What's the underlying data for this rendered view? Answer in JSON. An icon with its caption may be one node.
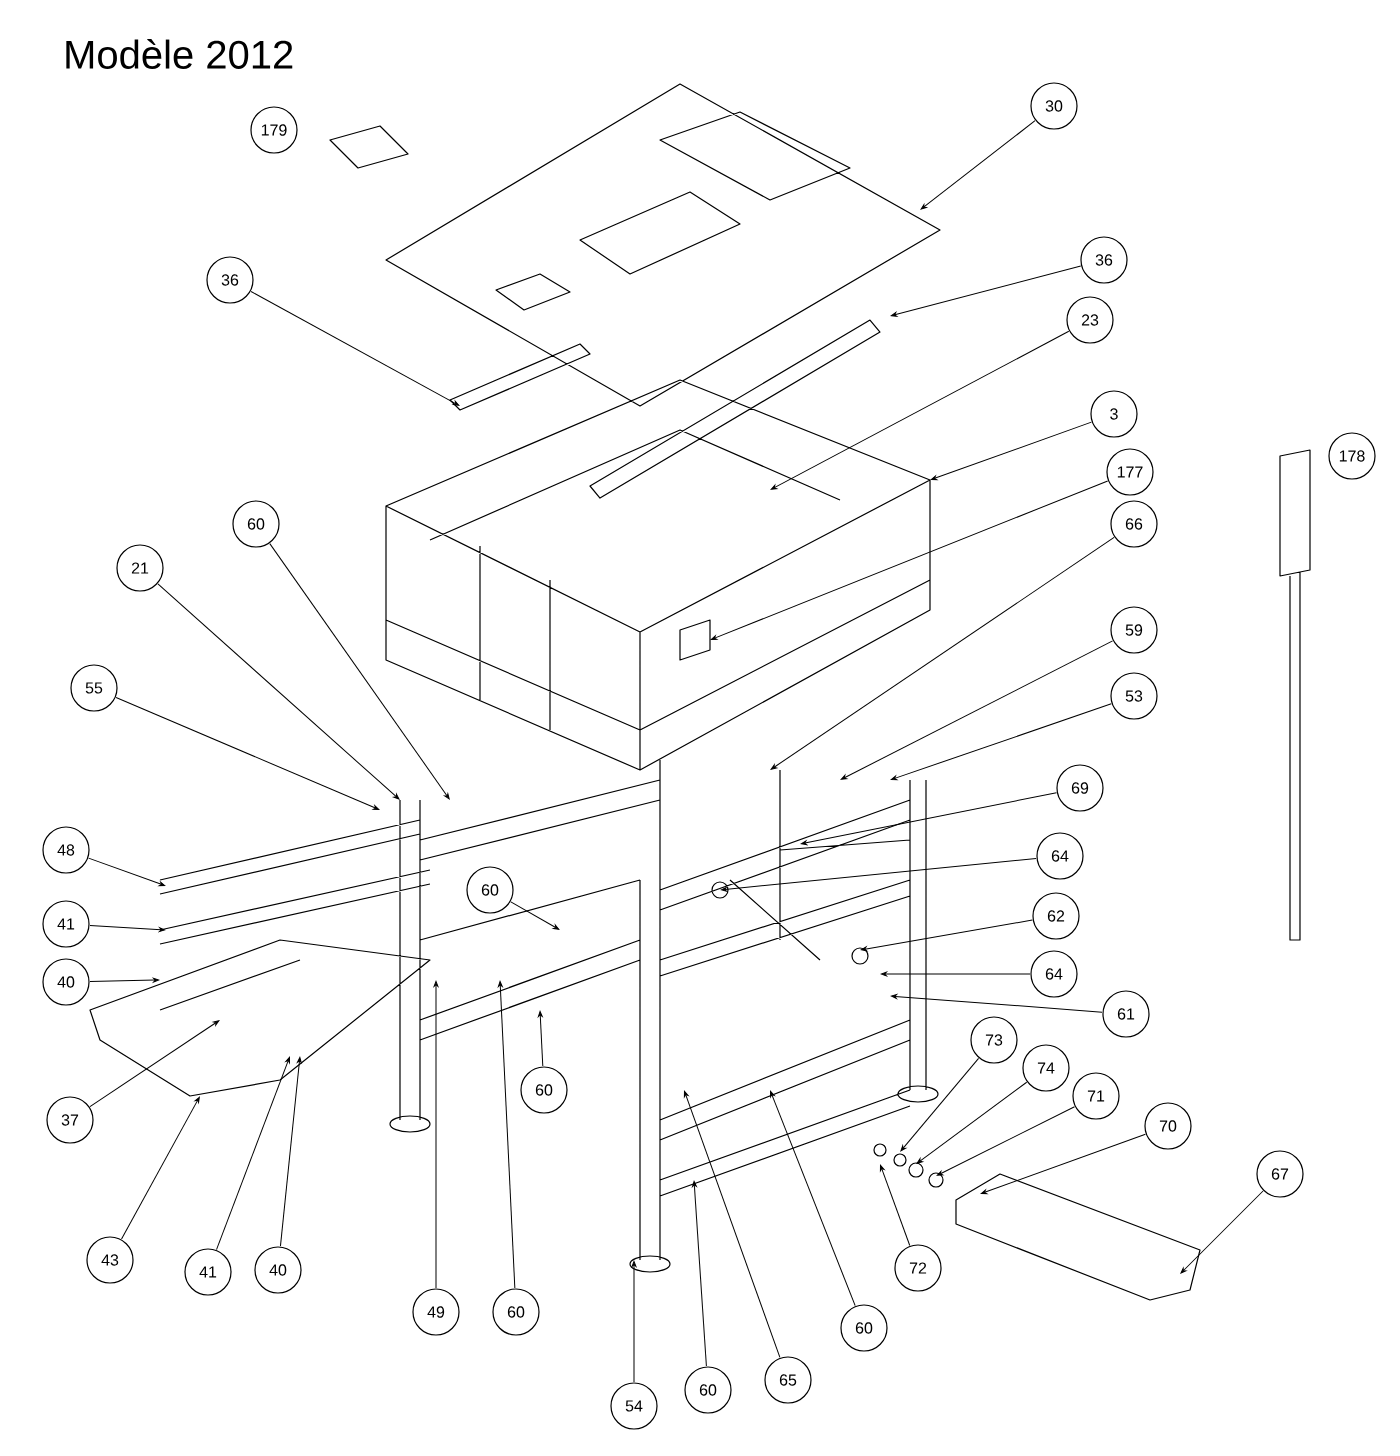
{
  "diagram": {
    "title": "Modèle 2012",
    "nodes": [
      {
        "text": [
          "30"
        ]
      },
      {
        "text": [
          "36"
        ]
      },
      {
        "text": [
          "36"
        ]
      },
      {
        "text": [
          "23"
        ]
      },
      {
        "text": [
          "3"
        ]
      },
      {
        "text": [
          "177"
        ]
      },
      {
        "text": [
          "66"
        ]
      },
      {
        "text": [
          "60"
        ]
      },
      {
        "text": [
          "21"
        ]
      },
      {
        "text": [
          "59"
        ]
      },
      {
        "text": [
          "53"
        ]
      },
      {
        "text": [
          "55"
        ]
      },
      {
        "text": [
          "48"
        ]
      },
      {
        "text": [
          "69"
        ]
      },
      {
        "text": [
          "60"
        ]
      },
      {
        "text": [
          "41"
        ]
      },
      {
        "text": [
          "64"
        ]
      },
      {
        "text": [
          "62"
        ]
      },
      {
        "text": [
          "40"
        ]
      },
      {
        "text": [
          "64"
        ]
      },
      {
        "text": [
          "61"
        ]
      },
      {
        "text": [
          "60"
        ]
      },
      {
        "text": [
          "37"
        ]
      },
      {
        "text": [
          "73"
        ]
      },
      {
        "text": [
          "74"
        ]
      },
      {
        "text": [
          "71"
        ]
      },
      {
        "text": [
          "70"
        ]
      },
      {
        "text": [
          "43"
        ]
      },
      {
        "text": [
          "41"
        ]
      },
      {
        "text": [
          "40"
        ]
      },
      {
        "text": [
          "72"
        ]
      },
      {
        "text": [
          "67"
        ]
      },
      {
        "text": [
          "49"
        ]
      },
      {
        "text": [
          "60"
        ]
      },
      {
        "text": [
          "60"
        ]
      },
      {
        "text": [
          "54"
        ]
      },
      {
        "text": [
          "60"
        ]
      },
      {
        "text": [
          "65"
        ]
      },
      {
        "text": [
          "179"
        ]
      },
      {
        "text": [
          "178"
        ]
      }
    ],
    "edges": [
      {
        "from": 0,
        "to": null,
        "arrow": "to"
      },
      {
        "from": 1,
        "to": null,
        "arrow": "to"
      },
      {
        "from": 2,
        "to": null,
        "arrow": "to"
      },
      {
        "from": 3,
        "to": null,
        "arrow": "to"
      },
      {
        "from": 4,
        "to": null,
        "arrow": "to"
      },
      {
        "from": 5,
        "to": null,
        "arrow": "to"
      },
      {
        "from": 6,
        "to": null,
        "arrow": "to"
      },
      {
        "from": 7,
        "to": null,
        "arrow": "to"
      },
      {
        "from": 8,
        "to": null,
        "arrow": "to"
      },
      {
        "from": 9,
        "to": null,
        "arrow": "to"
      },
      {
        "from": 10,
        "to": null,
        "arrow": "to"
      },
      {
        "from": 11,
        "to": null,
        "arrow": "to"
      },
      {
        "from": 12,
        "to": null,
        "arrow": "to"
      },
      {
        "from": 13,
        "to": null,
        "arrow": "to"
      },
      {
        "from": 14,
        "to": null,
        "arrow": "to"
      },
      {
        "from": 15,
        "to": null,
        "arrow": "to"
      },
      {
        "from": 16,
        "to": null,
        "arrow": "to"
      },
      {
        "from": 17,
        "to": null,
        "arrow": "to"
      },
      {
        "from": 18,
        "to": null,
        "arrow": "to"
      },
      {
        "from": 19,
        "to": null,
        "arrow": "to"
      },
      {
        "from": 20,
        "to": null,
        "arrow": "to"
      },
      {
        "from": 21,
        "to": null,
        "arrow": "to"
      },
      {
        "from": 22,
        "to": null,
        "arrow": "to"
      },
      {
        "from": 23,
        "to": null,
        "arrow": "to"
      },
      {
        "from": 24,
        "to": null,
        "arrow": "to"
      },
      {
        "from": 25,
        "to": null,
        "arrow": "to"
      },
      {
        "from": 26,
        "to": null,
        "arrow": "to"
      },
      {
        "from": 27,
        "to": null,
        "arrow": "to"
      },
      {
        "from": 28,
        "to": null,
        "arrow": "to"
      },
      {
        "from": 29,
        "to": null,
        "arrow": "to"
      },
      {
        "from": 30,
        "to": null,
        "arrow": "to"
      },
      {
        "from": 31,
        "to": null,
        "arrow": "to"
      },
      {
        "from": 32,
        "to": null,
        "arrow": "to"
      },
      {
        "from": 33,
        "to": null,
        "arrow": "to"
      },
      {
        "from": 34,
        "to": null,
        "arrow": "to"
      },
      {
        "from": 35,
        "to": null,
        "arrow": "to"
      },
      {
        "from": 36,
        "to": null,
        "arrow": "to"
      },
      {
        "from": 37,
        "to": null,
        "arrow": "to"
      }
    ]
  }
}
